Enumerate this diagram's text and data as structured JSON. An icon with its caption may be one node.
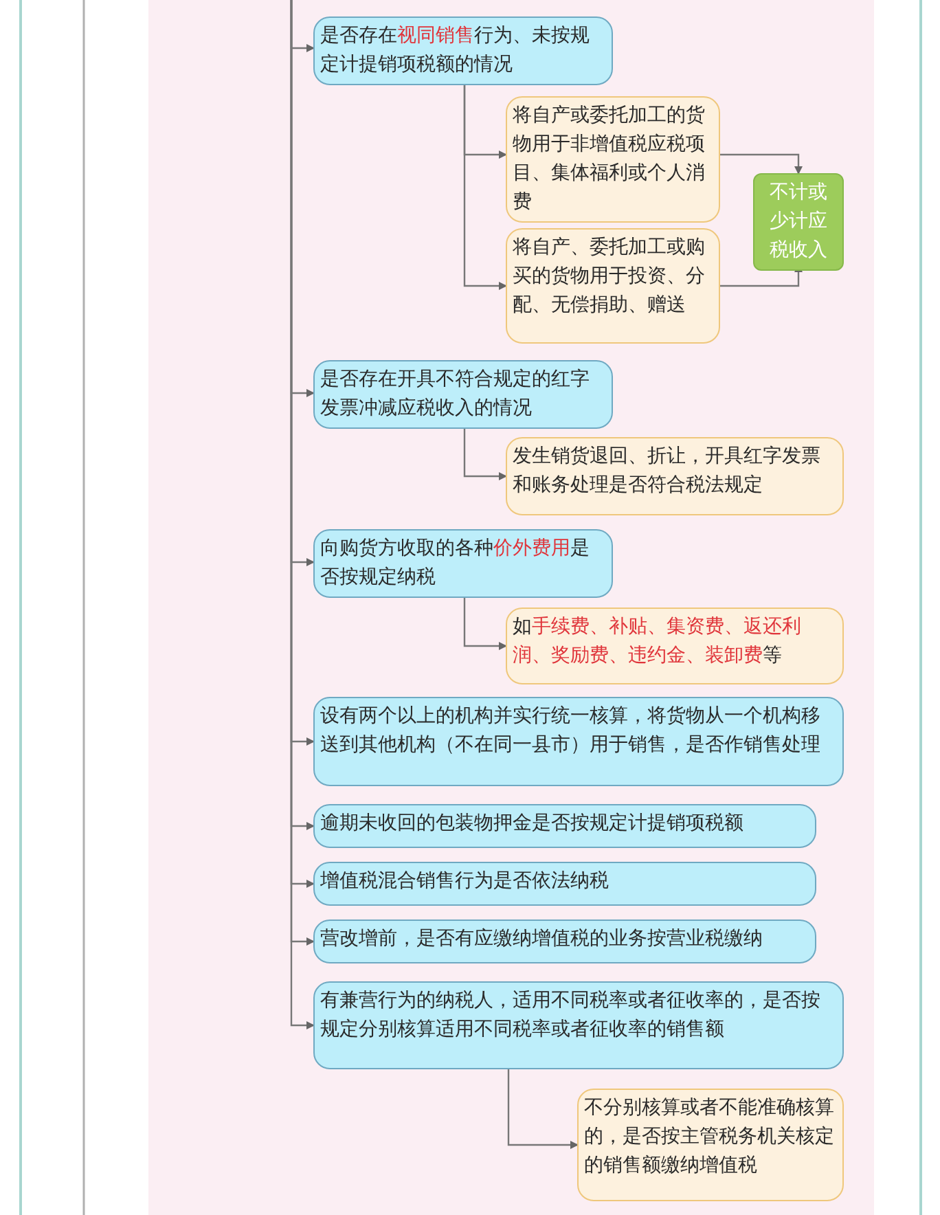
{
  "diagram": {
    "nodes": [
      {
        "text": [
          "是否存在**视同销售**行为、未按规定计提销项税额的情况"
        ]
      },
      {
        "text": [
          "将自产或委托加工的货物用于非增值税应税项目、集体福利或个人消费"
        ]
      },
      {
        "text": [
          "将自产、委托加工或购买的货物用于投资、分配、无偿捐助、赠送"
        ]
      },
      {
        "text": [
          "不计或少计应税收入"
        ]
      },
      {
        "text": [
          "是否存在开具不符合规定的红字发票冲减应税收入的情况"
        ]
      },
      {
        "text": [
          "发生销货退回、折让，开具红字发票和账务处理是否符合税法规定"
        ]
      },
      {
        "text": [
          "向购货方收取的各种**价外费用**是否按规定纳税"
        ]
      },
      {
        "text": [
          "如**手续费、补贴、集资费、返还利润、奖励费、违约金、装卸费**等"
        ]
      },
      {
        "text": [
          "设有两个以上的机构并实行统一核算，将货物从一个机构移送到其他机构（不在同一县市）用于销售，是否作销售处理"
        ]
      },
      {
        "text": [
          "逾期未收回的包装物押金是否按规定计提销项税额"
        ]
      },
      {
        "text": [
          "增值税混合销售行为是否依法纳税"
        ]
      },
      {
        "text": [
          "营改增前，是否有应缴纳增值税的业务按营业税缴纳"
        ]
      },
      {
        "text": [
          "有兼营行为的纳税人，适用不同税率或者征收率的，是否按规定分别核算适用不同税率或者征收率的销售额"
        ]
      },
      {
        "text": [
          "不分别核算或者不能准确核算的，是否按主管税务机关核定的销售额缴纳增值税"
        ]
      }
    ],
    "edges": [
      {
        "from": null,
        "to": 0,
        "arrow": "to"
      },
      {
        "from": 0,
        "to": 1,
        "arrow": "to"
      },
      {
        "from": 0,
        "to": 2,
        "arrow": "to"
      },
      {
        "from": 1,
        "to": 3,
        "arrow": "to"
      },
      {
        "from": 2,
        "to": 3,
        "arrow": "to"
      },
      {
        "from": null,
        "to": 4,
        "arrow": "to"
      },
      {
        "from": 4,
        "to": 5,
        "arrow": "to"
      },
      {
        "from": null,
        "to": 6,
        "arrow": "to"
      },
      {
        "from": 6,
        "to": 7,
        "arrow": "to"
      },
      {
        "from": null,
        "to": 8,
        "arrow": "to"
      },
      {
        "from": null,
        "to": 9,
        "arrow": "to"
      },
      {
        "from": null,
        "to": 10,
        "arrow": "to"
      },
      {
        "from": null,
        "to": 11,
        "arrow": "to"
      },
      {
        "from": null,
        "to": 12,
        "arrow": "to"
      },
      {
        "from": 12,
        "to": 13,
        "arrow": "to"
      }
    ]
  }
}
